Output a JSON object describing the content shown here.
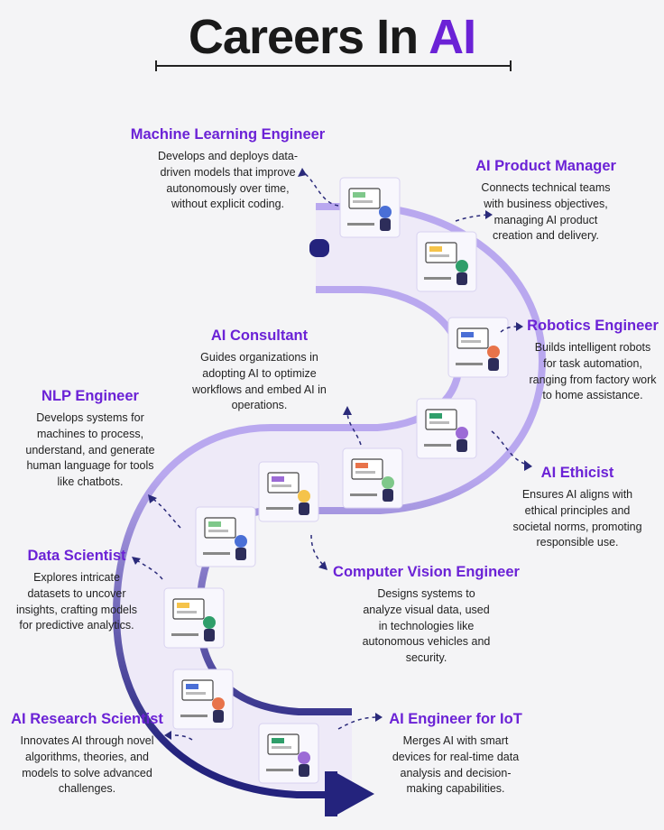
{
  "title": {
    "main": "Careers In ",
    "highlight": "AI"
  },
  "colors": {
    "accent": "#6b22d6",
    "path_light": "#b9a8ef",
    "path_dark": "#24237d",
    "tile_bg": "#ffffff"
  },
  "careers": [
    {
      "id": "ml",
      "title": "Machine Learning Engineer",
      "desc": "Develops and deploys data-driven models that improve autonomously over time, without explicit coding."
    },
    {
      "id": "pm",
      "title": "AI Product Manager",
      "desc": "Connects technical teams with business objectives, managing AI product creation and delivery."
    },
    {
      "id": "robotics",
      "title": "Robotics Engineer",
      "desc": "Builds intelligent robots for task automation, ranging from factory work to home assistance."
    },
    {
      "id": "ethicist",
      "title": "AI Ethicist",
      "desc": "Ensures AI aligns with ethical principles and societal norms, promoting responsible use."
    },
    {
      "id": "consultant",
      "title": "AI Consultant",
      "desc": "Guides organizations in adopting AI to optimize workflows and embed AI in operations."
    },
    {
      "id": "nlp",
      "title": "NLP Engineer",
      "desc": "Develops systems for machines to process, understand, and generate human language for tools like chatbots."
    },
    {
      "id": "cv",
      "title": "Computer Vision Engineer",
      "desc": "Designs systems to analyze visual data, used in technologies like autonomous vehicles and security."
    },
    {
      "id": "ds",
      "title": "Data Scientist",
      "desc": "Explores intricate datasets to uncover insights, crafting models for predictive analytics."
    },
    {
      "id": "research",
      "title": "AI Research Scientist",
      "desc": "Innovates AI through novel algorithms, theories, and models to solve advanced challenges."
    },
    {
      "id": "iot",
      "title": "AI Engineer for IoT",
      "desc": "Merges AI with smart devices for real-time data analysis and decision-making capabilities."
    }
  ],
  "illustrations": [
    "ml-workspace-illustration",
    "pm-team-illustration",
    "robot-illustration",
    "ethics-lightbulb-illustration",
    "consultant-dashboard-illustration",
    "nlp-document-illustration",
    "cv-screen-illustration",
    "data-scientist-chart-illustration",
    "researcher-desk-illustration",
    "iot-laptop-illustration"
  ]
}
